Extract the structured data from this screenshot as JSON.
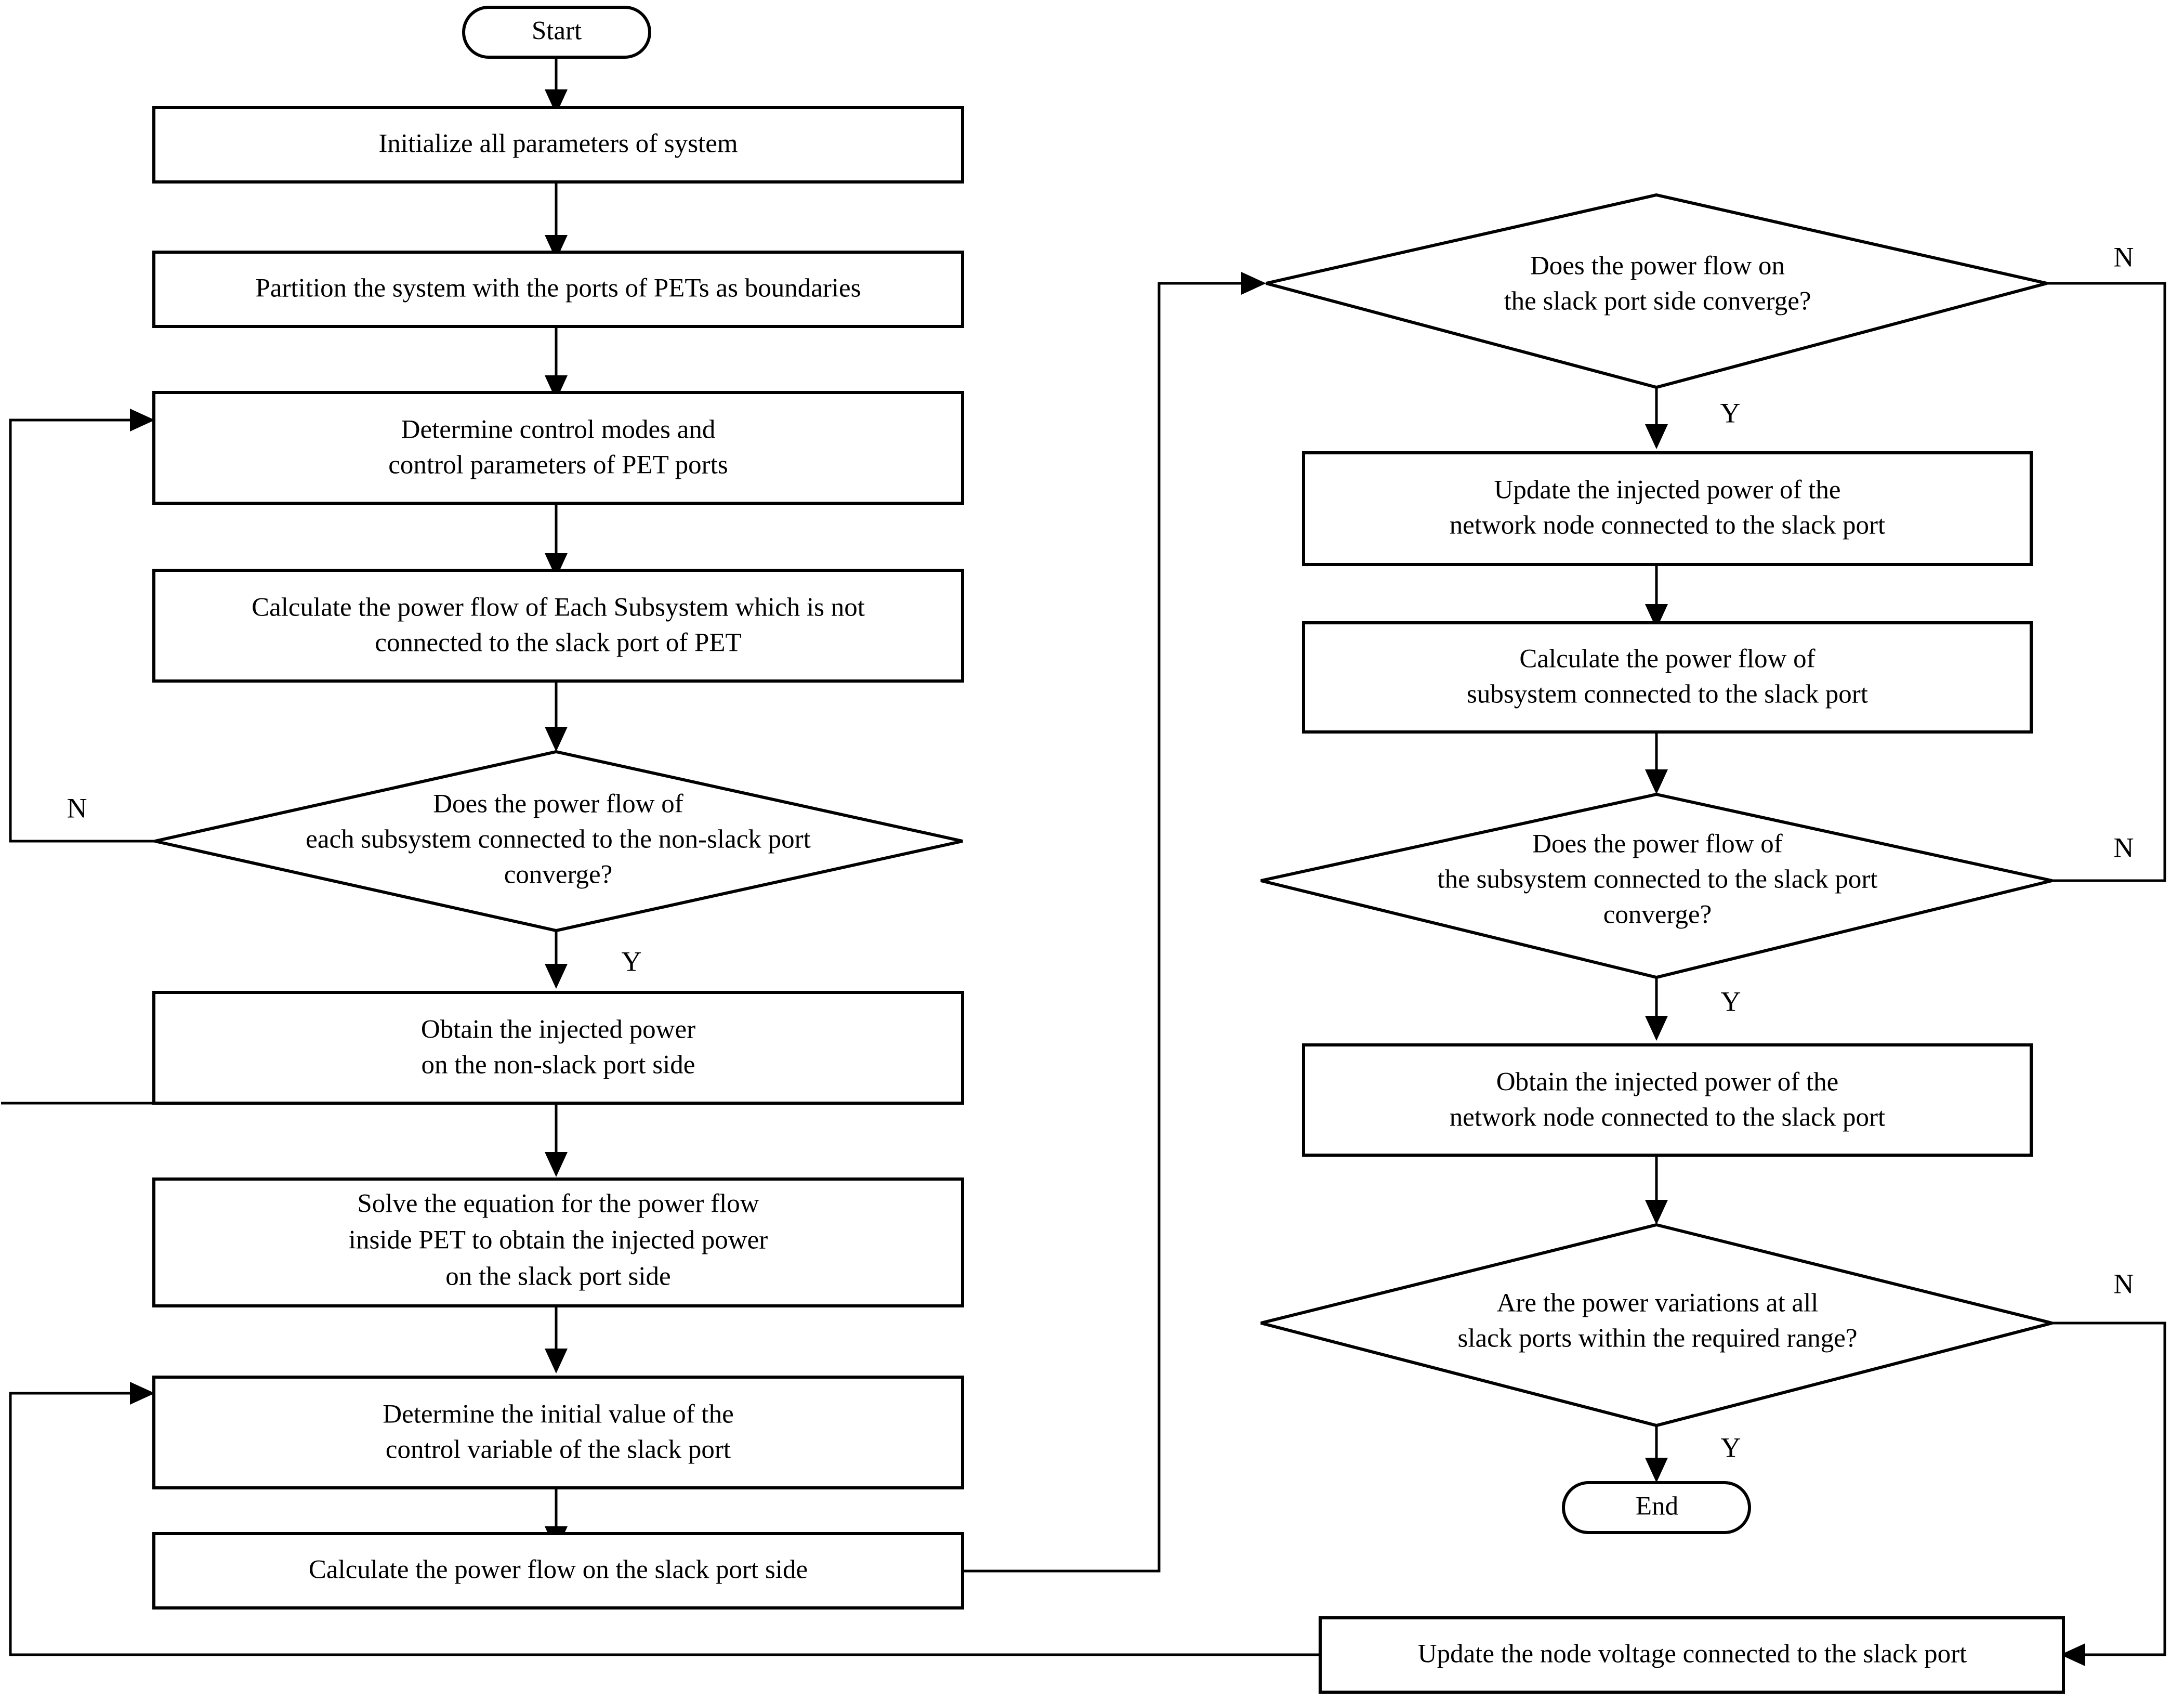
{
  "diagram": {
    "title": "Power flow calculation flowchart for a system partitioned by PET ports",
    "type": "flowchart",
    "background_color": "#ffffff",
    "line_color": "#000000",
    "text_color": "#000000",
    "nodes": {
      "start": {
        "label": "Start",
        "shape": "terminator"
      },
      "init": {
        "label": "Initialize all parameters of system",
        "shape": "process"
      },
      "partition": {
        "label": "Partition the system with the ports of PETs as boundaries",
        "shape": "process"
      },
      "determine_modes": {
        "line1": "Determine control modes and",
        "line2": "control parameters of  PET ports",
        "shape": "process"
      },
      "calc_each_sub": {
        "line1": "Calculate the power flow of Each Subsystem which is not",
        "line2": "connected to the slack port of PET",
        "shape": "process"
      },
      "dec_nonslack": {
        "line1": "Does the power flow of",
        "line2": "each subsystem connected to the non-slack port",
        "line3": "converge?",
        "shape": "decision"
      },
      "obtain_nonslack": {
        "line1": "Obtain the injected power",
        "line2": "on the non-slack port side",
        "shape": "process"
      },
      "solve_equation": {
        "line1": "Solve the equation for the power flow",
        "line2": "inside  PET to obtain the injected power",
        "line3": "on the slack port side",
        "shape": "process"
      },
      "determine_initial": {
        "line1": "Determine the initial value of the",
        "line2": "control variable of the slack port",
        "shape": "process"
      },
      "calc_slack_side": {
        "label": "Calculate the power flow on the slack port side",
        "shape": "process"
      },
      "dec_slack_side": {
        "line1": "Does the power flow on",
        "line2": "the slack port side converge?",
        "shape": "decision"
      },
      "update_injected": {
        "line1": "Update the injected power of the",
        "line2": "network node connected to the slack port",
        "shape": "process"
      },
      "calc_sub_slack": {
        "line1": "Calculate the power flow of",
        "line2": "subsystem connected to the slack port",
        "shape": "process"
      },
      "dec_sub_slack": {
        "line1": "Does the power flow of",
        "line2": "the subsystem connected to the slack port",
        "line3": "converge?",
        "shape": "decision"
      },
      "obtain_injected": {
        "line1": "Obtain the injected power of the",
        "line2": "network node connected to the slack port",
        "shape": "process"
      },
      "dec_variations": {
        "line1": "Are the power variations at all",
        "line2": "slack ports within the required range?",
        "shape": "decision"
      },
      "end": {
        "label": "End",
        "shape": "terminator"
      },
      "update_voltage": {
        "label": "Update the node voltage connected to the slack port",
        "shape": "process"
      }
    },
    "branch_labels": {
      "nonslack_no": "N",
      "nonslack_yes": "Y",
      "slack_side_no": "N",
      "slack_side_yes": "Y",
      "sub_slack_no": "N",
      "sub_slack_yes": "Y",
      "variations_no": "N",
      "variations_yes": "Y"
    },
    "edges": [
      {
        "from": "start",
        "to": "init",
        "label": ""
      },
      {
        "from": "init",
        "to": "partition",
        "label": ""
      },
      {
        "from": "partition",
        "to": "determine_modes",
        "label": ""
      },
      {
        "from": "determine_modes",
        "to": "calc_each_sub",
        "label": ""
      },
      {
        "from": "calc_each_sub",
        "to": "dec_nonslack",
        "label": ""
      },
      {
        "from": "dec_nonslack",
        "to": "determine_modes",
        "label": "N"
      },
      {
        "from": "dec_nonslack",
        "to": "obtain_nonslack",
        "label": "Y"
      },
      {
        "from": "obtain_nonslack",
        "to": "solve_equation",
        "label": ""
      },
      {
        "from": "solve_equation",
        "to": "determine_initial",
        "label": ""
      },
      {
        "from": "determine_initial",
        "to": "calc_slack_side",
        "label": ""
      },
      {
        "from": "calc_slack_side",
        "to": "dec_slack_side",
        "label": ""
      },
      {
        "from": "dec_slack_side",
        "to": "determine_modes",
        "label": "N"
      },
      {
        "from": "dec_slack_side",
        "to": "update_injected",
        "label": "Y"
      },
      {
        "from": "update_injected",
        "to": "calc_sub_slack",
        "label": ""
      },
      {
        "from": "calc_sub_slack",
        "to": "dec_sub_slack",
        "label": ""
      },
      {
        "from": "dec_sub_slack",
        "to": "dec_slack_side",
        "label": "N"
      },
      {
        "from": "dec_sub_slack",
        "to": "obtain_injected",
        "label": "Y"
      },
      {
        "from": "obtain_injected",
        "to": "dec_variations",
        "label": ""
      },
      {
        "from": "dec_variations",
        "to": "update_voltage",
        "label": "N"
      },
      {
        "from": "dec_variations",
        "to": "end",
        "label": "Y"
      },
      {
        "from": "update_voltage",
        "to": "determine_initial",
        "label": ""
      }
    ]
  }
}
